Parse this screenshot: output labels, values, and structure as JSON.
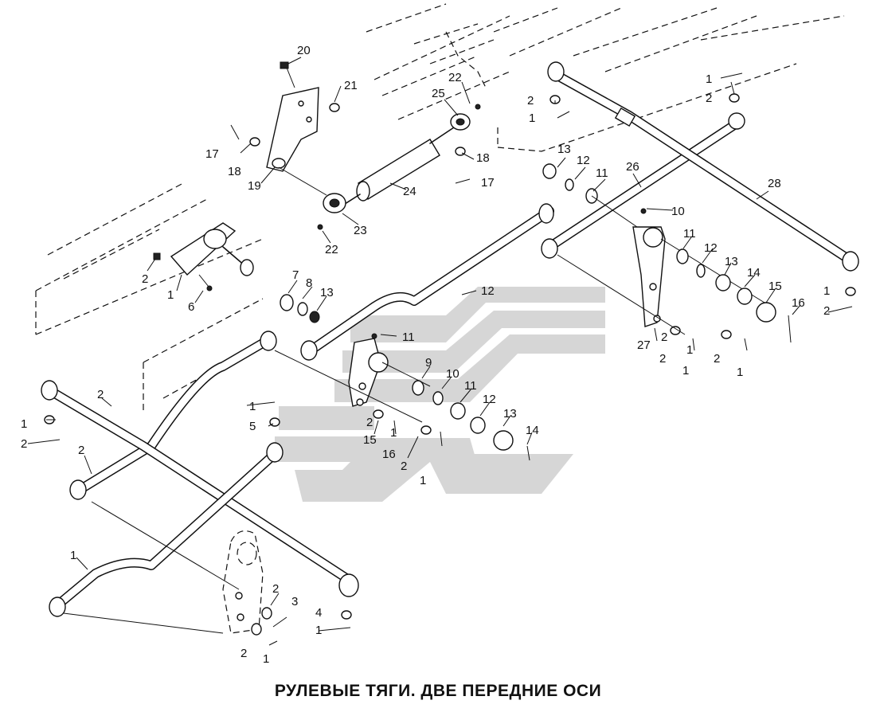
{
  "title": "РУЛЕВЫЕ ТЯГИ. ДВЕ ПЕРЕДНИЕ ОСИ",
  "callouts": [
    {
      "id": "c20",
      "text": "20"
    },
    {
      "id": "c21",
      "text": "21"
    },
    {
      "id": "c22a",
      "text": "22"
    },
    {
      "id": "c25",
      "text": "25"
    },
    {
      "id": "c18a",
      "text": "18"
    },
    {
      "id": "c17a",
      "text": "17"
    },
    {
      "id": "c17b",
      "text": "17"
    },
    {
      "id": "c18b",
      "text": "18"
    },
    {
      "id": "c19",
      "text": "19"
    },
    {
      "id": "c24",
      "text": "24"
    },
    {
      "id": "c23",
      "text": "23"
    },
    {
      "id": "c22b",
      "text": "22"
    },
    {
      "id": "c1a",
      "text": "1"
    },
    {
      "id": "c2a",
      "text": "2"
    },
    {
      "id": "c2b",
      "text": "2"
    },
    {
      "id": "c1b",
      "text": "1"
    },
    {
      "id": "c1c",
      "text": "1"
    },
    {
      "id": "c2c",
      "text": "2"
    },
    {
      "id": "c13a",
      "text": "13"
    },
    {
      "id": "c12a",
      "text": "12"
    },
    {
      "id": "c11a",
      "text": "11"
    },
    {
      "id": "c26",
      "text": "26"
    },
    {
      "id": "c28",
      "text": "28"
    },
    {
      "id": "c10a",
      "text": "10"
    },
    {
      "id": "c11b",
      "text": "11"
    },
    {
      "id": "c12b",
      "text": "12"
    },
    {
      "id": "c13b",
      "text": "13"
    },
    {
      "id": "c14a",
      "text": "14"
    },
    {
      "id": "c15a",
      "text": "15"
    },
    {
      "id": "c16a",
      "text": "16"
    },
    {
      "id": "c2d",
      "text": "2"
    },
    {
      "id": "c1d",
      "text": "1"
    },
    {
      "id": "c27",
      "text": "27"
    },
    {
      "id": "c2e",
      "text": "2"
    },
    {
      "id": "c1e",
      "text": "1"
    },
    {
      "id": "c2f",
      "text": "2"
    },
    {
      "id": "c1f",
      "text": "1"
    },
    {
      "id": "c6",
      "text": "6"
    },
    {
      "id": "c7",
      "text": "7"
    },
    {
      "id": "c8",
      "text": "8"
    },
    {
      "id": "c13c",
      "text": "13"
    },
    {
      "id": "c12c",
      "text": "12"
    },
    {
      "id": "c11c",
      "text": "11"
    },
    {
      "id": "c9",
      "text": "9"
    },
    {
      "id": "c10b",
      "text": "10"
    },
    {
      "id": "c11d",
      "text": "11"
    },
    {
      "id": "c12d",
      "text": "12"
    },
    {
      "id": "c13d",
      "text": "13"
    },
    {
      "id": "c14b",
      "text": "14"
    },
    {
      "id": "c15b",
      "text": "15"
    },
    {
      "id": "c16b",
      "text": "16"
    },
    {
      "id": "c2g",
      "text": "2"
    },
    {
      "id": "c1g",
      "text": "1"
    },
    {
      "id": "c2h",
      "text": "2"
    },
    {
      "id": "c1h",
      "text": "1"
    },
    {
      "id": "c5",
      "text": "5"
    },
    {
      "id": "c1i",
      "text": "1"
    },
    {
      "id": "c2i",
      "text": "2"
    },
    {
      "id": "c2j",
      "text": "2"
    },
    {
      "id": "c1j",
      "text": "1"
    },
    {
      "id": "c4",
      "text": "4"
    },
    {
      "id": "c1k",
      "text": "1"
    },
    {
      "id": "c2k",
      "text": "2"
    },
    {
      "id": "c3",
      "text": "3"
    },
    {
      "id": "c2l",
      "text": "2"
    },
    {
      "id": "c1l",
      "text": "1"
    },
    {
      "id": "c2m",
      "text": "2"
    },
    {
      "id": "c1m",
      "text": "1"
    },
    {
      "id": "c2n",
      "text": "2"
    },
    {
      "id": "c1n",
      "text": "1"
    }
  ]
}
